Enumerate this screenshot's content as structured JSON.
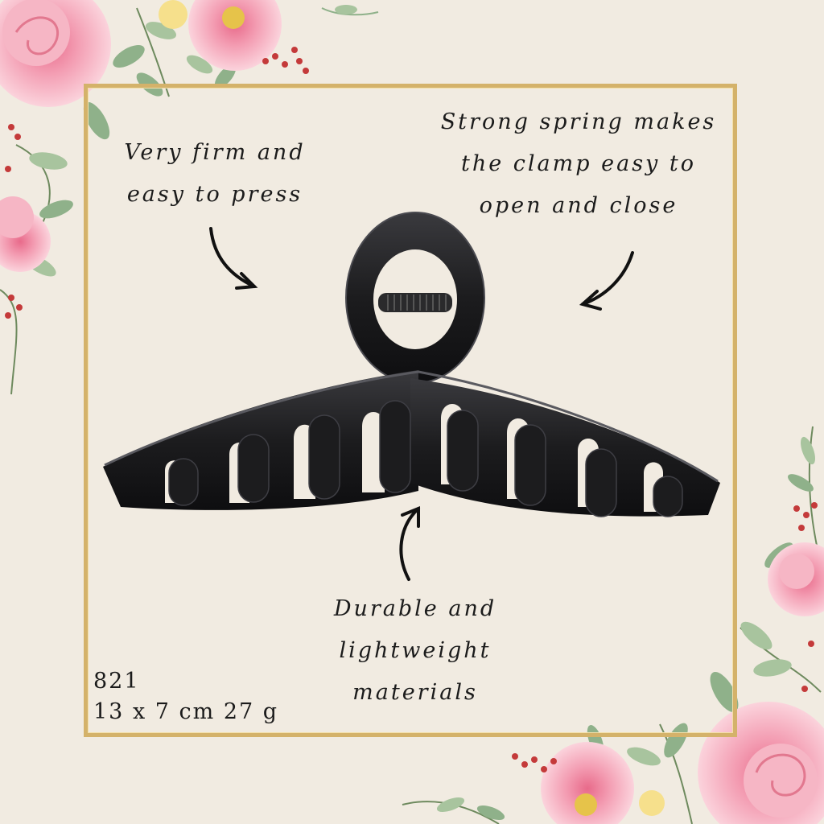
{
  "captions": {
    "firm_line1": "Very firm and",
    "firm_line2": "easy to press",
    "spring_line1": "Strong spring makes",
    "spring_line2": "the clamp easy to",
    "spring_line3": "open and close",
    "durable_line1": "Durable and",
    "durable_line2": "lightweight",
    "durable_line3": "materials"
  },
  "product": {
    "code": "821",
    "specs": "13 x 7 cm 27 g"
  },
  "colors": {
    "background": "#f1ebe1",
    "frame_gold": "#d4b26a",
    "clip_black": "#1c1c1e",
    "rose_pink": "#f29bb0",
    "leaf_green": "#8fb18a"
  },
  "icons": [
    "rose-bouquet-top-left",
    "rose-bouquet-bottom-right",
    "curved-arrow"
  ]
}
